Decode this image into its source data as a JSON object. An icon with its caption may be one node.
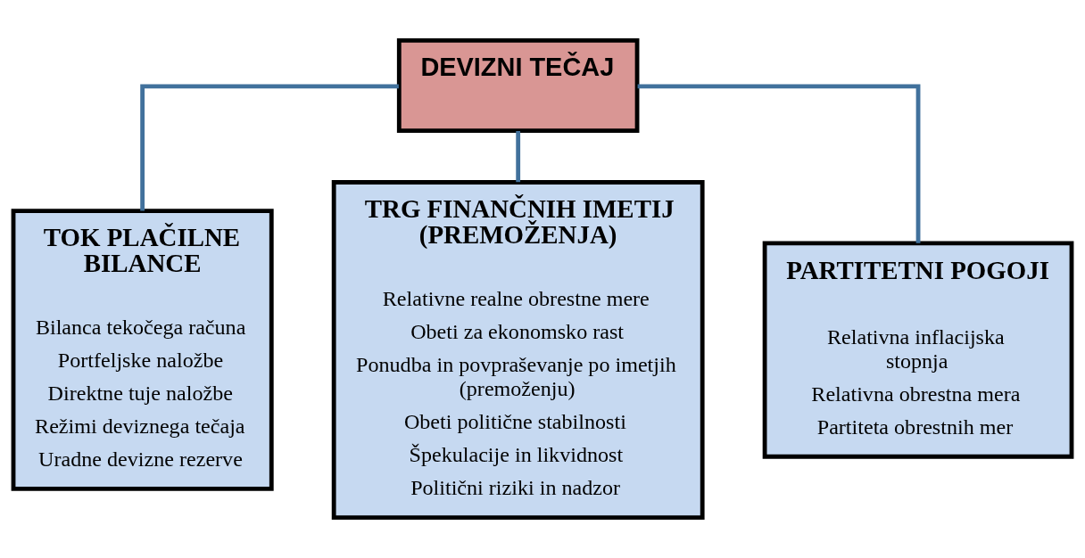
{
  "diagram": {
    "nodes": [
      {
        "text": [
          "DEVIZNI TEČAJ"
        ]
      },
      {
        "text": [
          "TOK PLAČILNE BILANCE",
          "Bilanca tekočega računa",
          "Portfeljske naložbe",
          "Direktne tuje naložbe",
          "Režimi deviznega tečaja",
          "Uradne devizne rezerve"
        ]
      },
      {
        "text": [
          "TRG FINANČNIH IMETIJ (PREMOŽENJA)",
          "Relativne realne obrestne mere",
          "Obeti za ekonomsko rast",
          "Ponudba in povpraševanje po imetjih (premoženju)",
          "Obeti politične stabilnosti",
          "Špekulacije in likvidnost",
          "Politični riziki in nadzor"
        ]
      },
      {
        "text": [
          "PARTITETNI POGOJI",
          "Relativna inflacijska stopnja",
          "Relativna obrestna mera",
          "Partiteta obrestnih mer"
        ]
      }
    ],
    "edges": [
      {
        "from": 0,
        "to": 1,
        "arrow": "none"
      },
      {
        "from": 0,
        "to": 2,
        "arrow": "none"
      },
      {
        "from": 0,
        "to": 3,
        "arrow": "none"
      }
    ]
  }
}
